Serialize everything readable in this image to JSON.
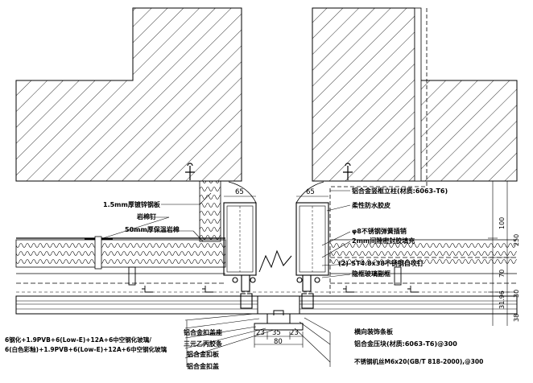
{
  "labels_left": {
    "galv_plate": "1.5mm厚镀锌钢板",
    "anchor_nail": "岩棉钉",
    "rock_wool": "50mm厚保温岩棉",
    "glass_spec_1": "6钢化+1.9PVB+6(Low-E)+12A+6中空钢化玻璃/",
    "glass_spec_2": "6(白色彩釉)+1.9PVB+6(Low-E)+12A+6中空钢化玻璃",
    "cover_base": "铝合金扣盖座",
    "epdm_strip": "三元乙丙胶条",
    "pressure_plate": "铝合金扣板",
    "cover_cap": "铝合金扣盖"
  },
  "labels_right": {
    "mullion": "铝合金竖框立柱(材质:6063-T6)",
    "waterproof": "柔性防水胶皮",
    "steel_bar": "φ8不锈钢弹簧插销",
    "sealant_gap": "2mm间隙密封胶填充",
    "screw": "(2)-ST4.8x38不锈钢自攻钉",
    "glass_glue": "隐框玻璃副框",
    "deco_strip": "横向装饰条板",
    "press_bar": "铝合金压块(材质:6063-T6)@300",
    "bolt": "不锈钢机丝M6x20(GB/T 818-2000),@300"
  },
  "dims_top": {
    "left_65": "65",
    "right_65": "65"
  },
  "dims_bottom": {
    "d23a": "23",
    "d35": "35",
    "d23b": "23",
    "d80": "80"
  },
  "dims_right": {
    "d100": "100",
    "d250": "250",
    "d70": "70",
    "d30": "30",
    "d31": "31.96",
    "d38": "38"
  }
}
